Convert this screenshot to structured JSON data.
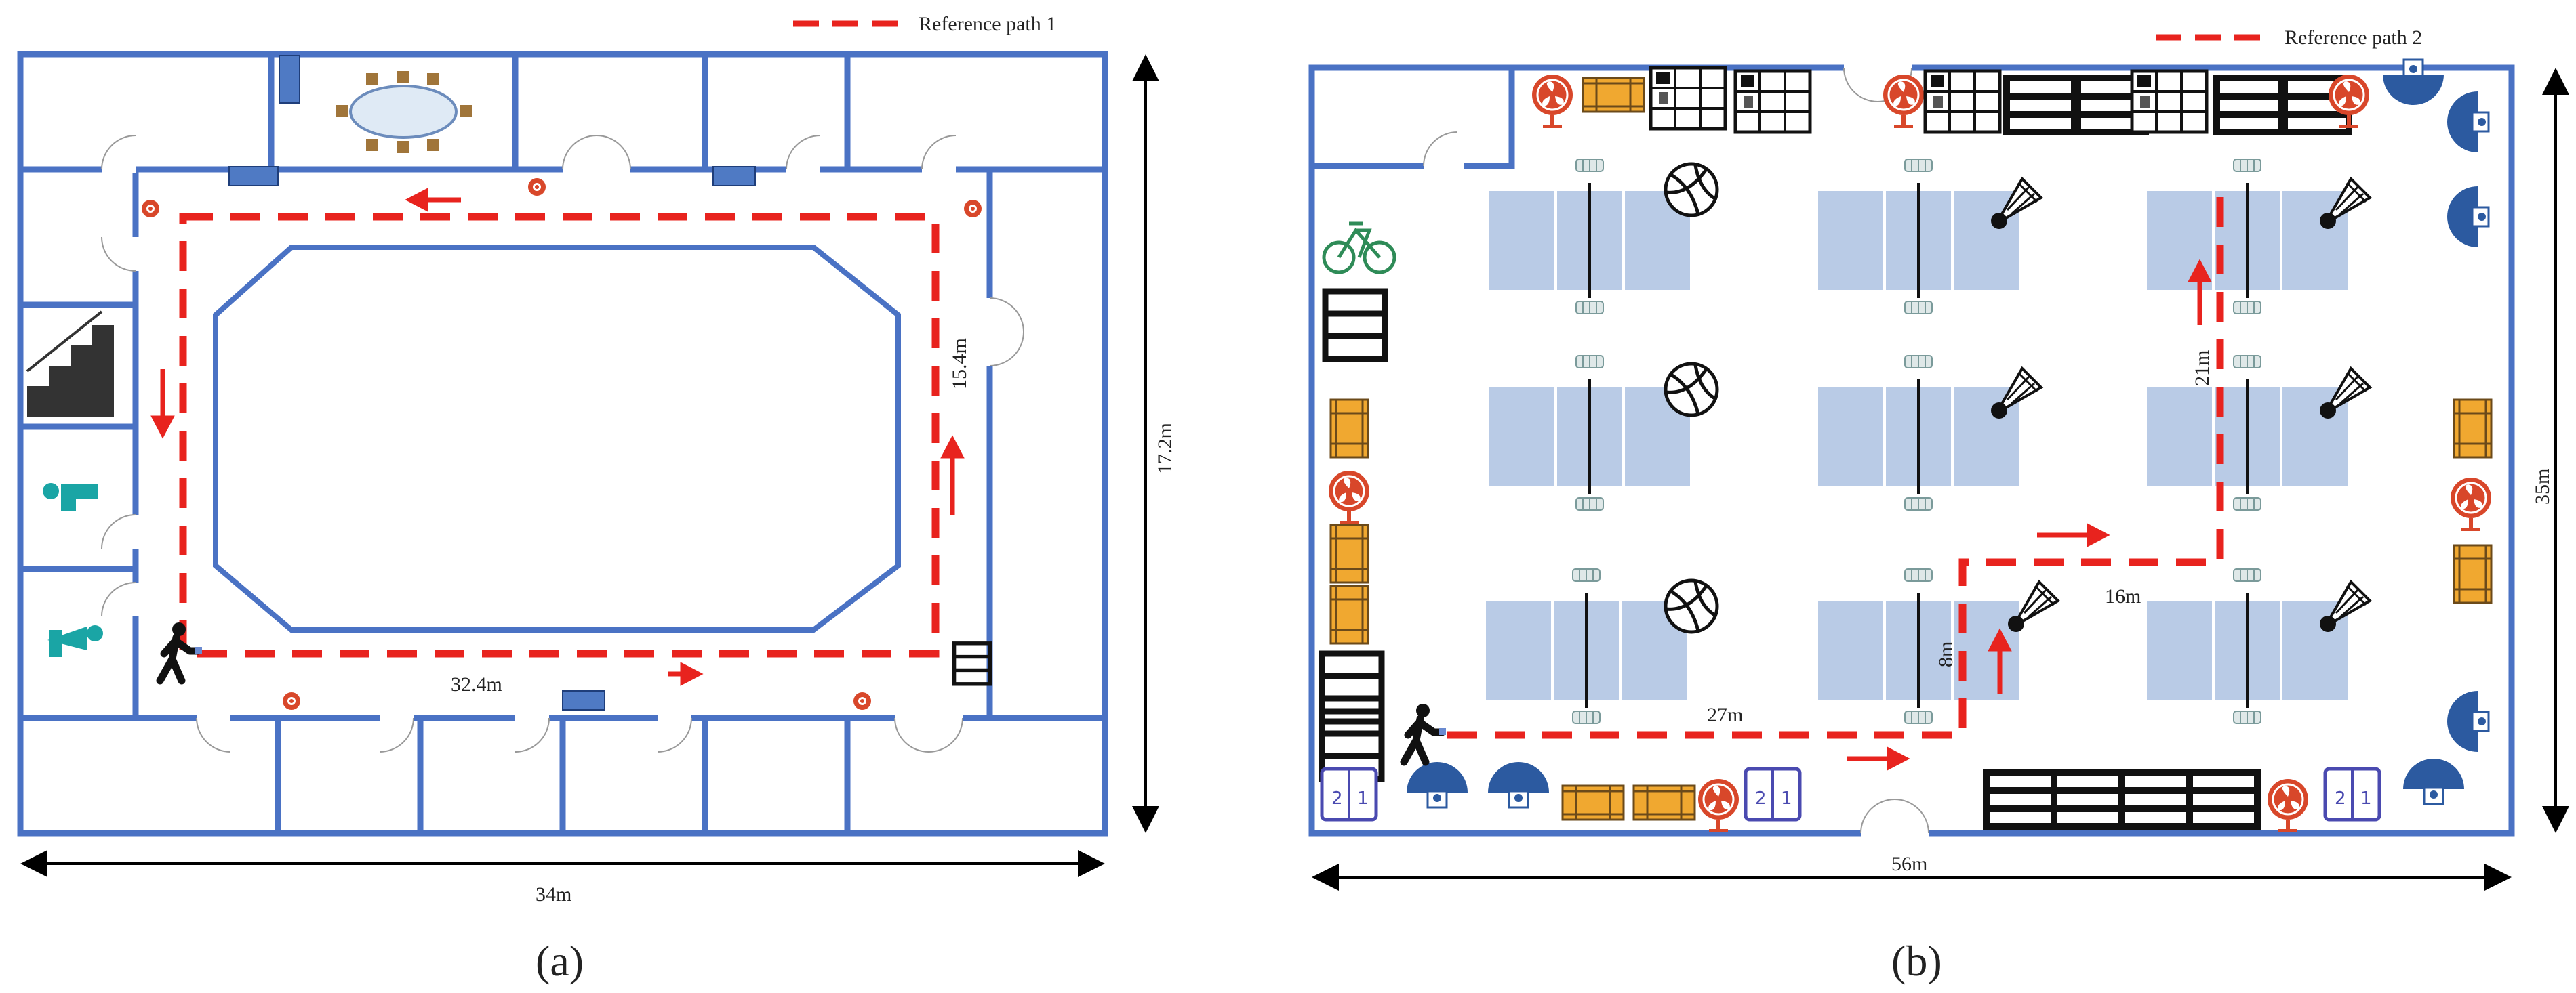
{
  "panel_a": {
    "legend": "Reference path 1",
    "dim_width": "34m",
    "dim_height": "17.2m",
    "seg_bottom": "32.4m",
    "seg_right": "15.4m",
    "caption": "(a)"
  },
  "panel_b": {
    "legend": "Reference path 2",
    "dim_width": "56m",
    "dim_height": "35m",
    "seg_start": "27m",
    "seg_up_short": "8m",
    "seg_across": "16m",
    "seg_up_long": "21m",
    "caption": "(b)"
  },
  "colors": {
    "wall": "#4a72c4",
    "path": "#e8231e",
    "court": "#b9cbe6",
    "fire": "#d8472a",
    "bench": "#f0a830",
    "restroom": "#1aa5a5",
    "dark": "#222222"
  },
  "icons": [
    "fire-alarm-icon",
    "meeting-table-icon",
    "staircase-icon",
    "male-restroom-icon",
    "female-restroom-icon",
    "walking-person-icon",
    "shelf-icon",
    "bench-icon",
    "locker-icon",
    "volleyball-icon",
    "shuttlecock-icon",
    "bicycle-icon",
    "fan-icon",
    "basketball-hoop-icon"
  ]
}
